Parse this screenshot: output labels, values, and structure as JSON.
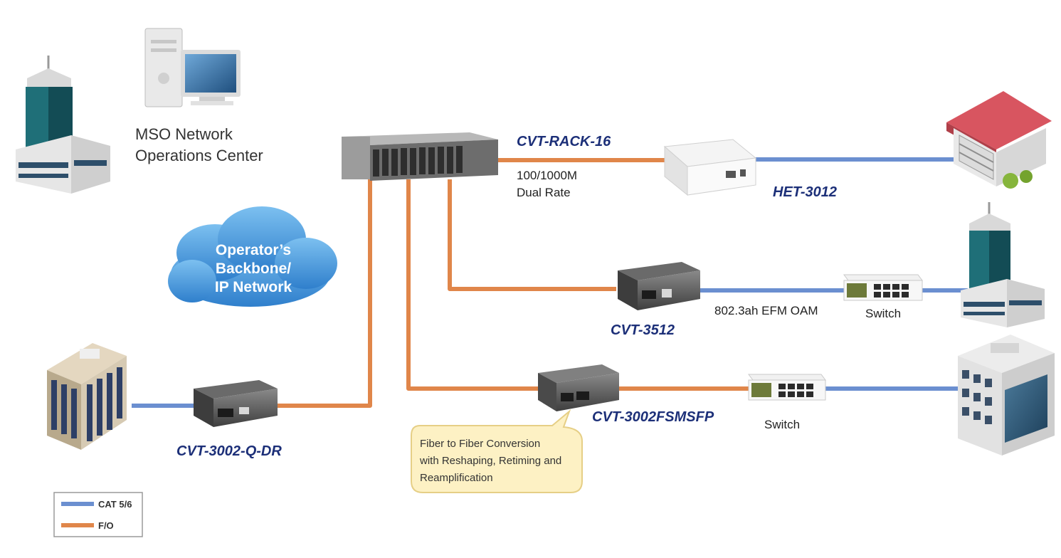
{
  "noc": {
    "line1": "MSO Network",
    "line2": "Operations Center"
  },
  "cloud": {
    "line1": "Operator’s",
    "line2": "Backbone/",
    "line3": "IP Network"
  },
  "devices": {
    "rack": {
      "model": "CVT-RACK-16",
      "note1": "100/1000M",
      "note2": "Dual Rate"
    },
    "het": {
      "model": "HET-3012"
    },
    "cvt3512": {
      "model": "CVT-3512",
      "note": "802.3ah EFM OAM"
    },
    "switch_a": {
      "label": "Switch"
    },
    "cvt3002fsmsfp": {
      "model": "CVT-3002FSMSFP"
    },
    "switch_b": {
      "label": "Switch"
    },
    "cvt3002qdr": {
      "model": "CVT-3002-Q-DR"
    }
  },
  "callout": {
    "line1": "Fiber to Fiber Conversion",
    "line2": "with Reshaping, Retiming and",
    "line3": "Reamplification"
  },
  "legend": {
    "items": [
      {
        "label": "CAT 5/6",
        "color": "#6b8fd0"
      },
      {
        "label": "F/O",
        "color": "#e0864a"
      }
    ]
  },
  "colors": {
    "copper": "#6b8fd0",
    "fiber": "#e0864a",
    "model_text": "#1c2f78",
    "cloud": "#3b8fd6"
  }
}
